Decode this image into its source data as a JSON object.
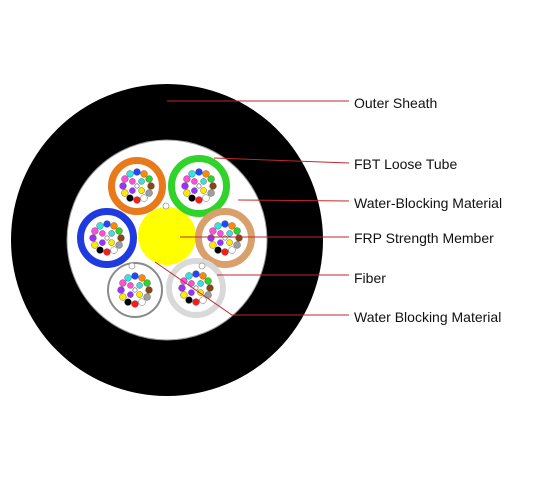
{
  "labels": {
    "outer_sheath": "Outer Sheath",
    "fbt_loose_tube": "FBT Loose Tube",
    "water_blocking_material_1": "Water-Blocking Material",
    "frp_strength_member": "FRP Strength Member",
    "fiber": "Fiber",
    "water_blocking_material_2": "Water Blocking Material"
  },
  "colors": {
    "sheath": "#000000",
    "core_fill": "#ffffff",
    "leader_line": "#c1272d",
    "strength_member": "#ffff00",
    "tube_orange": "#e97a1c",
    "tube_green": "#2fd32a",
    "tube_blue": "#1f3be0",
    "tube_tan": "#d9a06b",
    "tube_gray": "#d9d9d9",
    "tube_white": "#ffffff"
  },
  "fiber_colors": [
    "#1e47ff",
    "#ff8a00",
    "#2fd32a",
    "#8b4513",
    "#9e9e9e",
    "#ffffff",
    "#ff1a1a",
    "#000000",
    "#ffea00",
    "#9b30ff",
    "#ff4fd8",
    "#34e2e2"
  ]
}
